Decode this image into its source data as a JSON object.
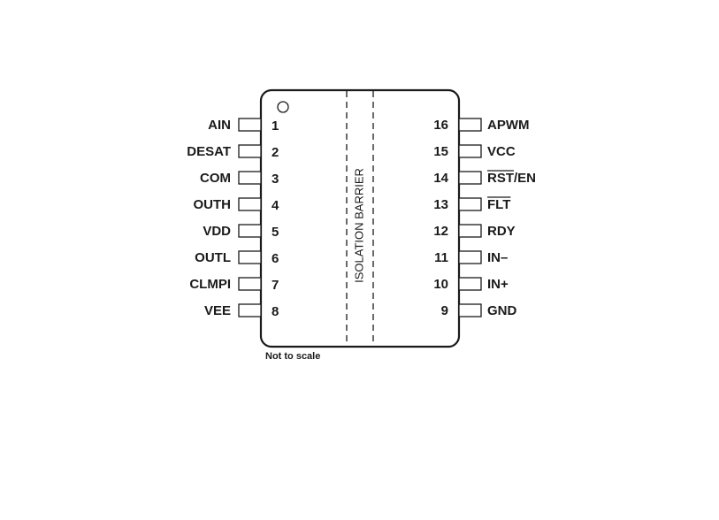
{
  "diagram": {
    "barrier_label": "ISOLATION BARRIER",
    "note": "Not to scale",
    "left_pins": [
      {
        "number": "1",
        "name": "AIN"
      },
      {
        "number": "2",
        "name": "DESAT"
      },
      {
        "number": "3",
        "name": "COM"
      },
      {
        "number": "4",
        "name": "OUTH"
      },
      {
        "number": "5",
        "name": "VDD"
      },
      {
        "number": "6",
        "name": "OUTL"
      },
      {
        "number": "7",
        "name": "CLMPI"
      },
      {
        "number": "8",
        "name": "VEE"
      }
    ],
    "right_pins": [
      {
        "number": "16",
        "name": "APWM",
        "overline": ""
      },
      {
        "number": "15",
        "name": "VCC",
        "overline": ""
      },
      {
        "number": "14",
        "name": "RST/EN",
        "overline": "RST"
      },
      {
        "number": "13",
        "name": "FLT",
        "overline": "FLT"
      },
      {
        "number": "12",
        "name": "RDY",
        "overline": ""
      },
      {
        "number": "11",
        "name": "IN–",
        "overline": ""
      },
      {
        "number": "10",
        "name": "IN+",
        "overline": ""
      },
      {
        "number": "9",
        "name": "GND",
        "overline": ""
      }
    ],
    "colors": {
      "outline": "#1a1a1a",
      "barrier_fill": "#efefef"
    }
  }
}
